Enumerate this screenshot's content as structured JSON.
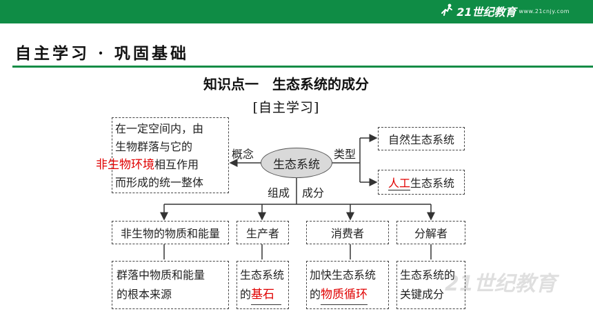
{
  "header": {
    "logo_mark": "21世纪教育",
    "logo_sub": "www.21cnjy.com"
  },
  "section_title": "自主学习 · 巩固基础",
  "heading": "知识点一　生态系统的成分",
  "sub_heading": "[自主学习]",
  "concept_map": {
    "center": "生态系统",
    "definition": {
      "line1": "在一定空间内，由",
      "line2": "生物群落与它的",
      "answer": "非生物环境",
      "line3_rest": "相互作用",
      "line4": "而形成的统一整体"
    },
    "label_concept": "概念",
    "label_type": "类型",
    "label_composition": "组成",
    "label_component": "成分",
    "types": {
      "natural": "自然生态系统",
      "artificial_answer": "人工",
      "artificial_rest": "生态系统"
    },
    "components": [
      {
        "name": "非生物的物质和能量",
        "desc_line1": "群落中物质和能量",
        "desc_line2": "的根本来源"
      },
      {
        "name": "生产者",
        "desc_line1": "生态系统",
        "desc_line2_prefix": "的",
        "desc_answer": "基石"
      },
      {
        "name": "消费者",
        "desc_line1": "加快生态系统",
        "desc_line2_prefix": "的",
        "desc_answer": "物质循环"
      },
      {
        "name": "分解者",
        "desc_line1": "生态系统的",
        "desc_line2": "关键成分"
      }
    ]
  },
  "watermark": "21世纪教育",
  "colors": {
    "brand_green": "#0f8c45",
    "answer_red": "#e00000",
    "ellipse_fill": "#d9d9d9"
  }
}
